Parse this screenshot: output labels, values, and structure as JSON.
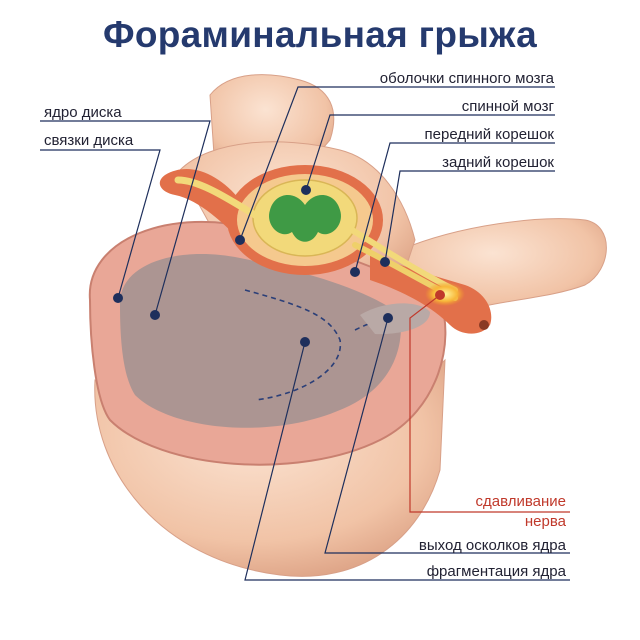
{
  "title": "Фораминальная грыжа",
  "labels": {
    "meninges": "оболочки спинного мозга",
    "spinal_cord": "спинной мозг",
    "anterior_root": "передний корешок",
    "posterior_root": "задний корешок",
    "disc_nucleus": "ядро диска",
    "disc_ligaments": "связки диска",
    "nerve_compression_1": "сдавливание",
    "nerve_compression_2": "нерва",
    "fragments_exit": "выход осколков ядра",
    "nucleus_fragmentation": "фрагментация ядра"
  },
  "colors": {
    "title": "#253a6e",
    "leader": "#1e2f5c",
    "compression": "#c0392b",
    "bone": "#f3c9ae",
    "disc_ring": "#e8a596",
    "nucleus": "#a99391",
    "spinal_cord": "#f2d97a",
    "grey_matter": "#3f9a45",
    "meninges": "#e2704a"
  }
}
